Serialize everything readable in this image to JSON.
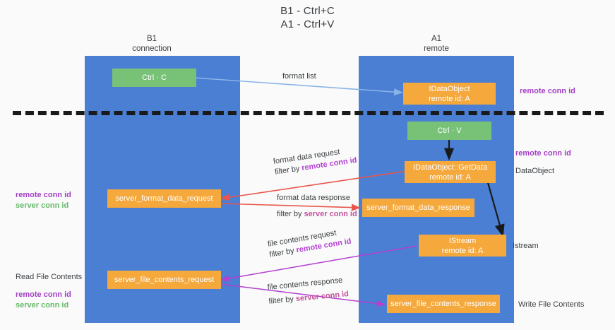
{
  "title": {
    "line1": "B1 - Ctrl+C",
    "line2": "A1 - Ctrl+V"
  },
  "columns": [
    {
      "name": "B1",
      "role": "connection"
    },
    {
      "name": "A1",
      "role": "remote"
    }
  ],
  "boxes": {
    "ctrl_c": {
      "label": "Ctrl · C"
    },
    "ctrl_v": {
      "label": "Ctrl · V"
    },
    "data_object": {
      "line1": "IDataObject",
      "line2": "remote id: A"
    },
    "get_data": {
      "line1": "IDataObject::GetData",
      "line2": "remote id: A"
    },
    "istream": {
      "line1": "IStream",
      "line2": "remote id: A"
    },
    "server_format_data_request": {
      "label": "server_format_data_request"
    },
    "server_format_data_response": {
      "label": "server_format_data_response"
    },
    "server_file_contents_request": {
      "label": "server_file_contents_request"
    },
    "server_file_contents_response": {
      "label": "server_file_contents_response"
    }
  },
  "edge_labels": {
    "format_list": {
      "line1": "format list",
      "line2": ""
    },
    "format_data_request": {
      "line1": "format data request",
      "prefix": "filter by ",
      "key": "remote conn id"
    },
    "format_data_response": {
      "line1": "format data response",
      "prefix": "filter by ",
      "key": "server conn id"
    },
    "file_contents_request": {
      "line1": "file contents request",
      "prefix": "filter by ",
      "key": "remote conn id"
    },
    "file_contents_response": {
      "line1": "file contents response",
      "prefix": "filter by ",
      "key": "server conn id"
    }
  },
  "annotations": {
    "right_top": {
      "remote": "remote conn id"
    },
    "right_mid": {
      "remote": "remote conn id",
      "plain": "DataObject"
    },
    "right_istream": {
      "plain": "Istream"
    },
    "right_write": {
      "plain": "Write File Contents"
    },
    "left_mid": {
      "remote": "remote conn id",
      "server": "server conn id"
    },
    "left_bottom": {
      "plain": "Read File Contents",
      "remote": "remote conn id",
      "server": "server conn id"
    }
  },
  "colors": {
    "lane": "#4a7fd4",
    "green_box": "#77c277",
    "orange_box": "#f5a83c",
    "arrow_format_list": "#8ab4e8",
    "arrow_format_data": "#e8564b",
    "arrow_file_contents": "#b43fd0",
    "arrow_black": "#1a1a1a",
    "remote_text": "#a33fc4",
    "server_text": "#66bb6a",
    "divider": "#1a1a1a",
    "background": "#fafafa"
  }
}
